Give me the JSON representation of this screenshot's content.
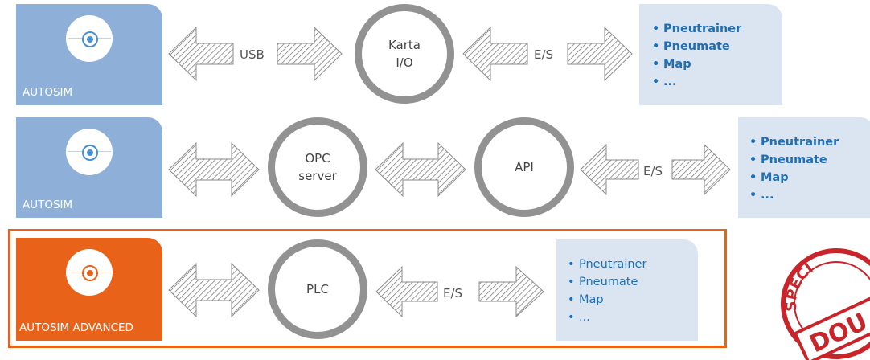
{
  "colors": {
    "blue_box": "#8dafd8",
    "orange_box": "#e8621a",
    "circle_border": "#929292",
    "list_bg": "#dbe5f2",
    "list_text": "#1f6fb7",
    "stamp_red": "#c8242a"
  },
  "row1": {
    "app_label": "AUTOSIM",
    "arrow1_label": "USB",
    "circle": {
      "line1": "Karta",
      "line2": "I/O"
    },
    "arrow2_label": "E/S",
    "list": [
      "Pneutrainer",
      "Pneumate",
      "Map",
      "..."
    ]
  },
  "row2": {
    "app_label": "AUTOSIM",
    "circle1": {
      "line1": "OPC",
      "line2": "server"
    },
    "circle2": {
      "line1": "API"
    },
    "arrow3_label": "E/S",
    "list": [
      "Pneutrainer",
      "Pneumate",
      "Map",
      "..."
    ]
  },
  "row3": {
    "app_label": "AUTOSIM ADVANCED",
    "circle": {
      "line1": "PLC"
    },
    "arrow2_label": "E/S",
    "list": [
      "Pneutrainer",
      "Pneumate",
      "Map",
      "..."
    ]
  },
  "stamp": {
    "text_top": "SPECI",
    "text_bottom": "DOU"
  }
}
